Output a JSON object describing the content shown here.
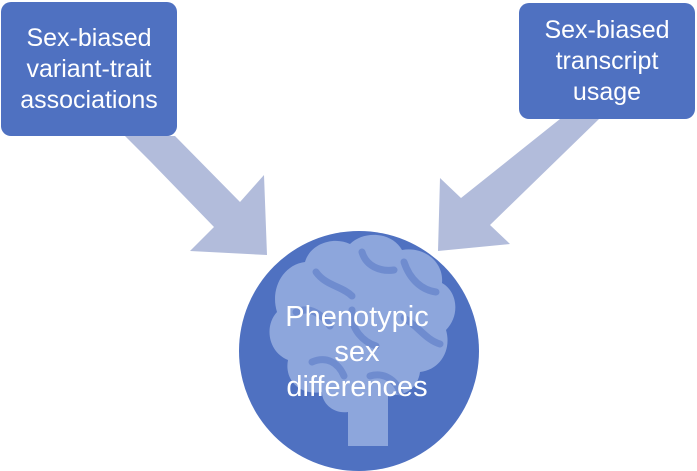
{
  "diagram": {
    "colors": {
      "box_fill": "#4f71c1",
      "arrow_fill": "#b2bcdb",
      "circle_fill": "#4f71c1",
      "brain_fill": "#8da6dc",
      "text": "#ffffff"
    },
    "boxes": {
      "left": {
        "lines": [
          "Sex-biased",
          "variant-trait",
          "associations"
        ]
      },
      "right": {
        "lines": [
          "Sex-biased",
          "transcript",
          "usage"
        ]
      }
    },
    "center": {
      "icon": "brain-icon",
      "lines": [
        "Phenotypic",
        "sex",
        "differences"
      ]
    }
  }
}
